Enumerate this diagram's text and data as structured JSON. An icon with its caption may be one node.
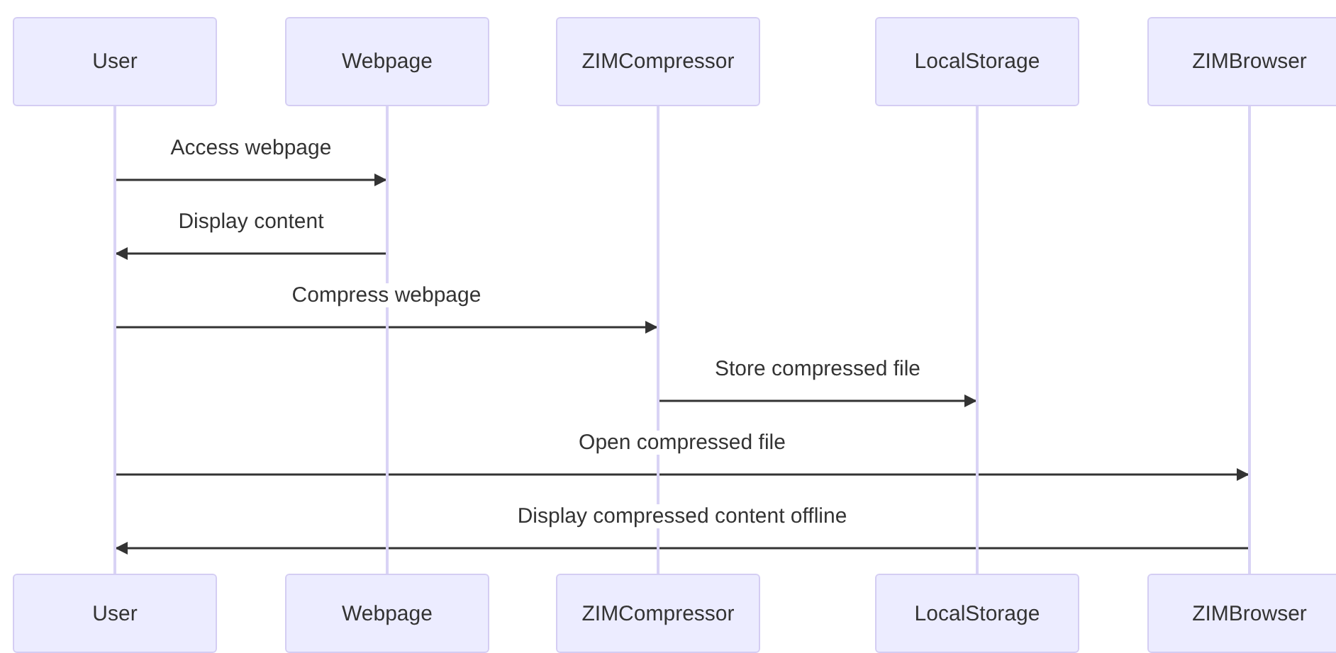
{
  "diagram": {
    "nodes": [
      {
        "text": [
          "User"
        ]
      },
      {
        "text": [
          "Webpage"
        ]
      },
      {
        "text": [
          "ZIMCompressor"
        ]
      },
      {
        "text": [
          "LocalStorage"
        ]
      },
      {
        "text": [
          "ZIMBrowser"
        ]
      },
      {
        "text": [],
        "shape": "bar"
      },
      {
        "text": [],
        "shape": "bar"
      },
      {
        "text": [],
        "shape": "bar"
      },
      {
        "text": [],
        "shape": "bar"
      },
      {
        "text": [],
        "shape": "bar"
      },
      {
        "text": [
          "User"
        ]
      },
      {
        "text": [
          "Webpage"
        ]
      },
      {
        "text": [
          "ZIMCompressor"
        ]
      },
      {
        "text": [
          "LocalStorage"
        ]
      },
      {
        "text": [
          "ZIMBrowser"
        ]
      }
    ],
    "edges": [
      {
        "from": 5,
        "to": 6,
        "arrow": "to",
        "label": "Access webpage"
      },
      {
        "from": 6,
        "to": 5,
        "arrow": "to",
        "label": "Display content"
      },
      {
        "from": 5,
        "to": 7,
        "arrow": "to",
        "label": "Compress webpage"
      },
      {
        "from": 7,
        "to": 8,
        "arrow": "to",
        "label": "Store compressed file"
      },
      {
        "from": 5,
        "to": 9,
        "arrow": "to",
        "label": "Open compressed file"
      },
      {
        "from": 9,
        "to": 5,
        "arrow": "to",
        "label": "Display compressed content offline"
      }
    ]
  }
}
